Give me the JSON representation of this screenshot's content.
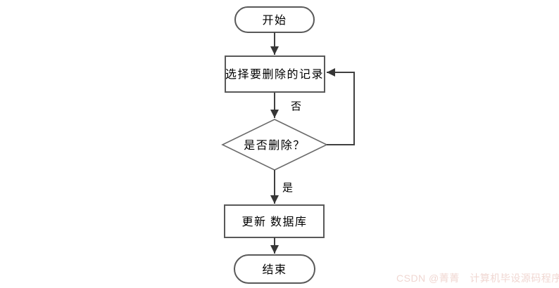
{
  "diagram": {
    "title": "delete-record-flowchart",
    "nodes": {
      "start": {
        "label": "开始",
        "shape": "stadium"
      },
      "select": {
        "label": "选择要删除的记录",
        "shape": "rect"
      },
      "decision": {
        "label": "是否删除？",
        "shape": "diamond"
      },
      "update": {
        "label": "更新 数据库",
        "shape": "rect"
      },
      "end": {
        "label": "结束",
        "shape": "stadium"
      }
    },
    "edges": {
      "no": {
        "label": "否"
      },
      "yes": {
        "label": "是"
      }
    },
    "colors": {
      "shape_stroke": "#595959",
      "line_stroke": "#404040",
      "arrowhead": "#363636",
      "text": "#000000",
      "background": "#ffffff",
      "watermark": "#f0d7d2"
    }
  },
  "watermark": {
    "text": "CSDN @菁菁　计算机毕设源码程序"
  }
}
